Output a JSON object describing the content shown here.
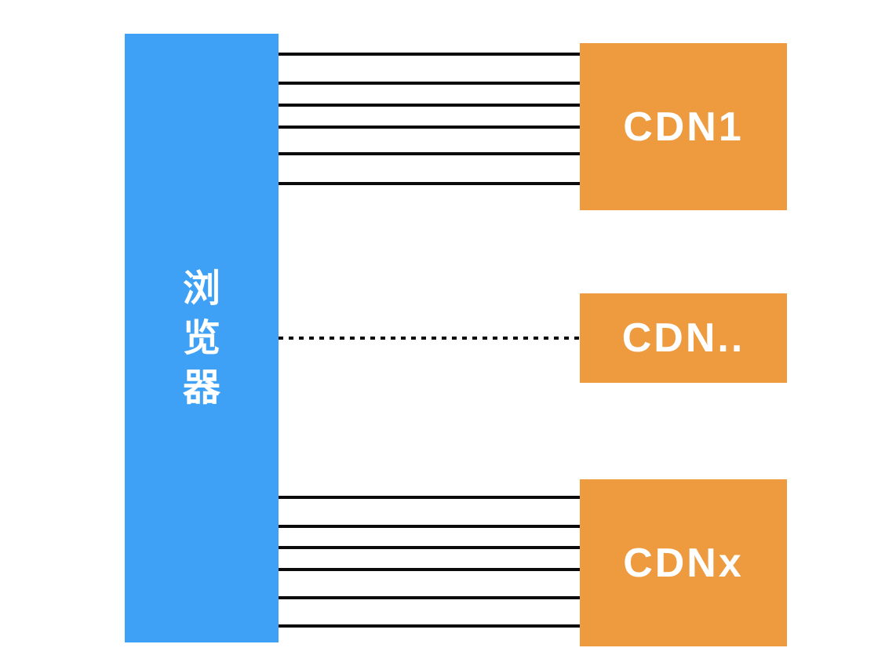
{
  "diagram": {
    "description": "Browser connecting to multiple CDN nodes",
    "background": "#FFFFFF"
  },
  "colors": {
    "browser_box": "#3FA1F5",
    "cdn_box": "#EE9A3E",
    "line": "#0B0B0B",
    "label_text": "#FFFFFF"
  },
  "browser": {
    "label": "浏览器",
    "chars": [
      "浏",
      "览",
      "器"
    ]
  },
  "cdn_nodes": [
    {
      "id": "cdn1",
      "label": "CDN1"
    },
    {
      "id": "cdn-ellipsis",
      "label": "CDN.."
    },
    {
      "id": "cdnx",
      "label": "CDNx"
    }
  ],
  "connections": [
    {
      "target": "cdn1",
      "style": "solid",
      "count": 6,
      "line_ys": [
        69,
        106,
        134,
        162,
        196,
        234
      ]
    },
    {
      "target": "cdn-ellipsis",
      "style": "dashed",
      "count": 1,
      "line_ys": [
        431
      ]
    },
    {
      "target": "cdnx",
      "style": "solid",
      "count": 6,
      "line_ys": [
        634,
        671,
        698,
        726,
        762,
        798
      ]
    }
  ]
}
